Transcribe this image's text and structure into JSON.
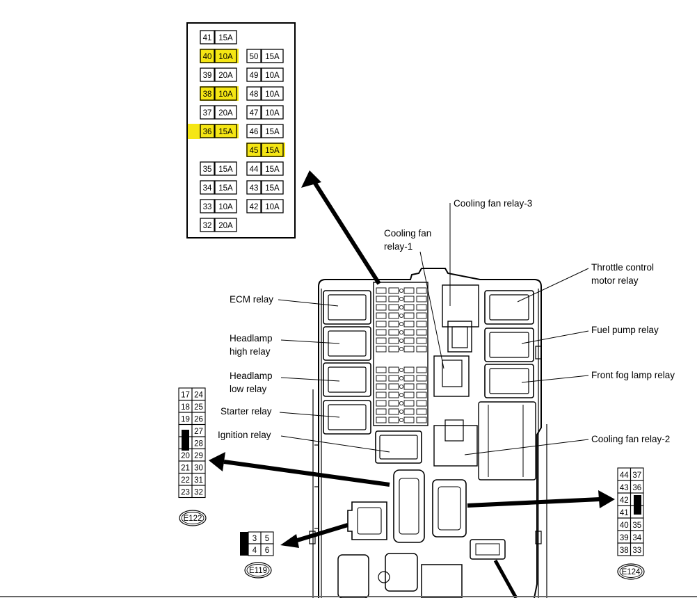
{
  "fuse_block": {
    "left_column": [
      {
        "num": "41",
        "amp": "15A",
        "highlighted": false
      },
      {
        "num": "40",
        "amp": "10A",
        "highlighted": true
      },
      {
        "num": "39",
        "amp": "20A",
        "highlighted": false
      },
      {
        "num": "38",
        "amp": "10A",
        "highlighted": true
      },
      {
        "num": "37",
        "amp": "20A",
        "highlighted": false
      },
      {
        "num": "36",
        "amp": "15A",
        "highlighted": true
      },
      null,
      {
        "num": "35",
        "amp": "15A",
        "highlighted": false
      },
      {
        "num": "34",
        "amp": "15A",
        "highlighted": false
      },
      {
        "num": "33",
        "amp": "10A",
        "highlighted": false
      },
      {
        "num": "32",
        "amp": "20A",
        "highlighted": false
      }
    ],
    "right_column": [
      null,
      {
        "num": "50",
        "amp": "15A",
        "highlighted": false
      },
      {
        "num": "49",
        "amp": "10A",
        "highlighted": false
      },
      {
        "num": "48",
        "amp": "10A",
        "highlighted": false
      },
      {
        "num": "47",
        "amp": "10A",
        "highlighted": false
      },
      {
        "num": "46",
        "amp": "15A",
        "highlighted": false
      },
      {
        "num": "45",
        "amp": "15A",
        "highlighted": true
      },
      {
        "num": "44",
        "amp": "15A",
        "highlighted": false
      },
      {
        "num": "43",
        "amp": "15A",
        "highlighted": false
      },
      {
        "num": "42",
        "amp": "10A",
        "highlighted": false
      },
      null
    ]
  },
  "labels": {
    "ecm_relay": "ECM relay",
    "headlamp_high_1": "Headlamp",
    "headlamp_high_2": "high relay",
    "headlamp_low_1": "Headlamp",
    "headlamp_low_2": "low relay",
    "starter_relay": "Starter relay",
    "ignition_relay": "Ignition relay",
    "cooling_fan_relay1_1": "Cooling fan",
    "cooling_fan_relay1_2": "relay-1",
    "cooling_fan_relay3": "Cooling fan relay-3",
    "throttle_1": "Throttle control",
    "throttle_2": "motor relay",
    "fuel_pump_relay": "Fuel pump relay",
    "front_fog_lamp_relay": "Front fog lamp relay",
    "cooling_fan_relay2": "Cooling fan relay-2"
  },
  "connectors": {
    "e122": {
      "name": "E122",
      "rows": [
        [
          "17",
          "24"
        ],
        [
          "18",
          "25"
        ],
        [
          "19",
          "26"
        ],
        [
          "",
          "27"
        ],
        [
          "",
          "28"
        ],
        [
          "20",
          "29"
        ],
        [
          "21",
          "30"
        ],
        [
          "22",
          "31"
        ],
        [
          "23",
          "32"
        ]
      ]
    },
    "e119": {
      "name": "E119",
      "rows": [
        [
          "3",
          "5"
        ],
        [
          "4",
          "6"
        ]
      ]
    },
    "e124": {
      "name": "E124",
      "rows": [
        [
          "44",
          "37"
        ],
        [
          "43",
          "36"
        ],
        [
          "42",
          ""
        ],
        [
          "41",
          ""
        ],
        [
          "40",
          "35"
        ],
        [
          "39",
          "34"
        ],
        [
          "38",
          "33"
        ]
      ]
    }
  },
  "colors": {
    "highlight": "#f5e614",
    "line": "#000000",
    "background": "#ffffff"
  }
}
